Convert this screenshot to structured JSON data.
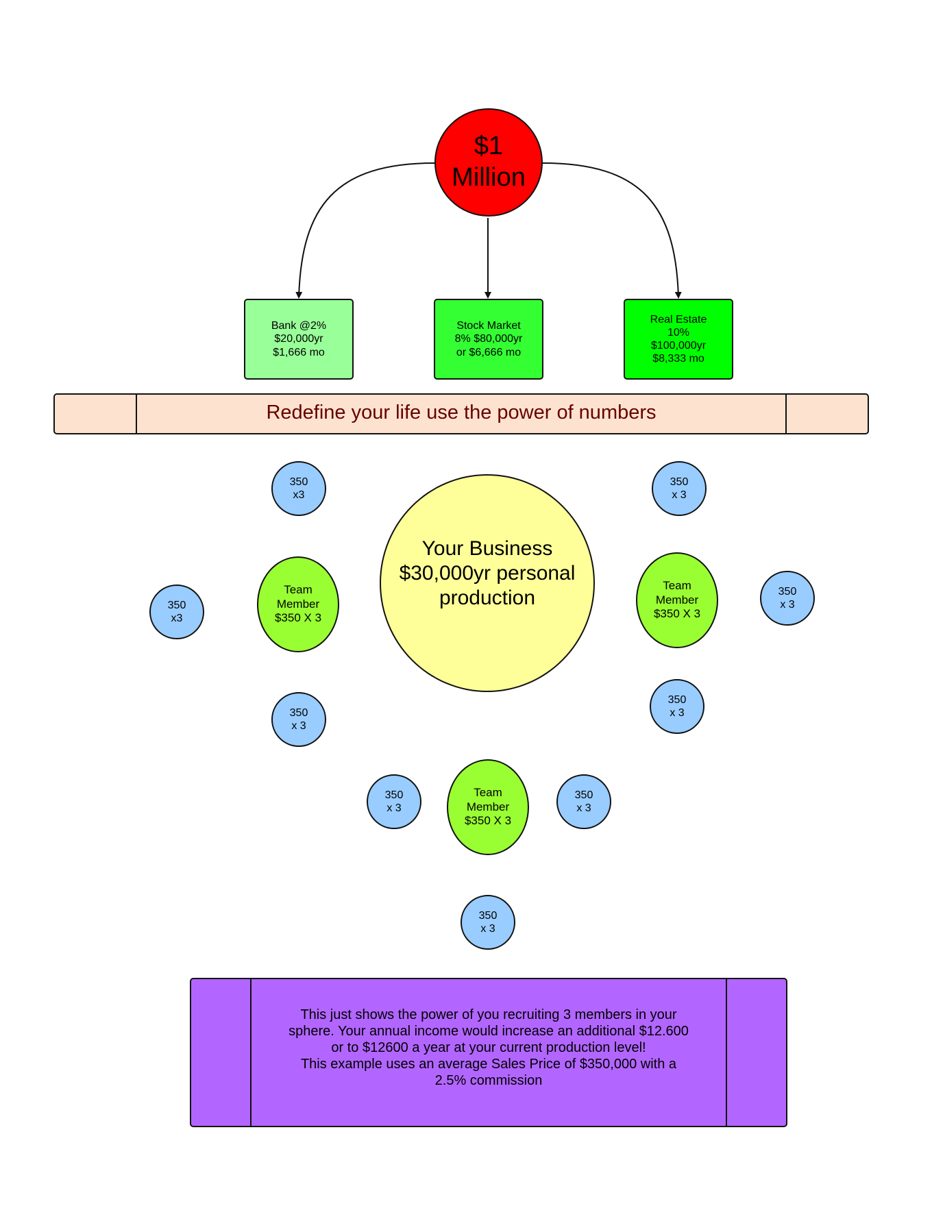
{
  "colors": {
    "million": "#ff0000",
    "bank": "#99ff99",
    "stock": "#33ff33",
    "realestate": "#00ff00",
    "banner": "#fde3cf",
    "banner_text": "#660000",
    "business": "#ffff99",
    "member": "#99ff33",
    "sub": "#99ccff",
    "note": "#b266ff"
  },
  "top": {
    "million_line1": "$1",
    "million_line2": "Million"
  },
  "options": [
    {
      "lines": [
        "Bank @2%",
        "$20,000yr",
        "$1,666 mo"
      ]
    },
    {
      "lines": [
        "Stock Market",
        "8% $80,000yr",
        "or $6,666 mo"
      ]
    },
    {
      "lines": [
        "Real Estate",
        "10%",
        "$100,000yr",
        "$8,333 mo"
      ]
    }
  ],
  "banner": {
    "text": "Redefine your life use the power of numbers"
  },
  "business": {
    "lines": [
      "Your Business",
      "$30,000yr personal",
      "production"
    ]
  },
  "members": [
    {
      "lines": [
        "Team",
        "Member",
        "$350 X 3"
      ]
    },
    {
      "lines": [
        "Team",
        "Member",
        "$350 X 3"
      ]
    },
    {
      "lines": [
        "Team",
        "Member",
        "$350 X 3"
      ]
    }
  ],
  "subs": [
    {
      "lines": [
        "350",
        "x3"
      ]
    },
    {
      "lines": [
        "350",
        "x3"
      ]
    },
    {
      "lines": [
        "350",
        "x 3"
      ]
    },
    {
      "lines": [
        "350",
        "x 3"
      ]
    },
    {
      "lines": [
        "350",
        "x 3"
      ]
    },
    {
      "lines": [
        "350",
        "x 3"
      ]
    },
    {
      "lines": [
        "350",
        "x 3"
      ]
    },
    {
      "lines": [
        "350",
        "x 3"
      ]
    },
    {
      "lines": [
        "350",
        "x 3"
      ]
    }
  ],
  "note": {
    "lines": [
      "This just shows the power of you recruiting 3 members in your",
      "sphere.  Your annual income would increase an additional $12.600",
      "or to $12600 a year at your current production level!",
      "This example uses an average Sales Price of $350,000 with a",
      "2.5% commission"
    ]
  }
}
